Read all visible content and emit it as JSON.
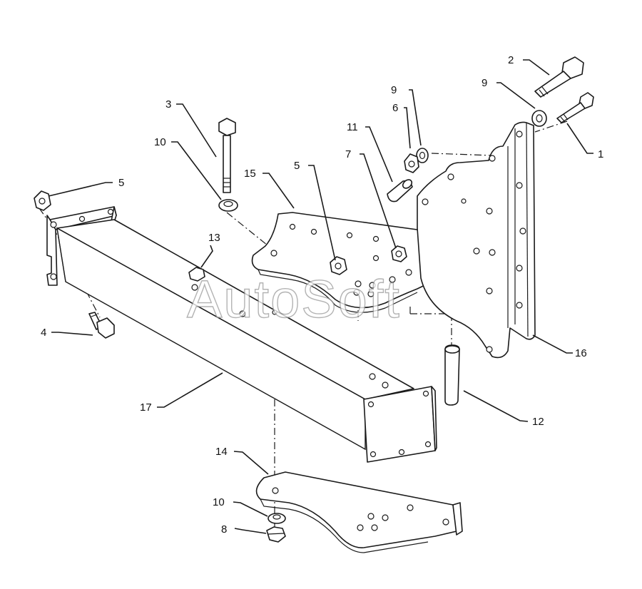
{
  "watermark": "AutoSoft",
  "callouts": [
    {
      "id": "c1",
      "label": "1"
    },
    {
      "id": "c2",
      "label": "2"
    },
    {
      "id": "c3",
      "label": "3"
    },
    {
      "id": "c4",
      "label": "4"
    },
    {
      "id": "c5a",
      "label": "5"
    },
    {
      "id": "c5b",
      "label": "5"
    },
    {
      "id": "c6",
      "label": "6"
    },
    {
      "id": "c7",
      "label": "7"
    },
    {
      "id": "c8",
      "label": "8"
    },
    {
      "id": "c9a",
      "label": "9"
    },
    {
      "id": "c9b",
      "label": "9"
    },
    {
      "id": "c10a",
      "label": "10"
    },
    {
      "id": "c10b",
      "label": "10"
    },
    {
      "id": "c11",
      "label": "11"
    },
    {
      "id": "c12",
      "label": "12"
    },
    {
      "id": "c13",
      "label": "13"
    },
    {
      "id": "c14",
      "label": "14"
    },
    {
      "id": "c15",
      "label": "15"
    },
    {
      "id": "c16",
      "label": "16"
    },
    {
      "id": "c17",
      "label": "17"
    }
  ]
}
